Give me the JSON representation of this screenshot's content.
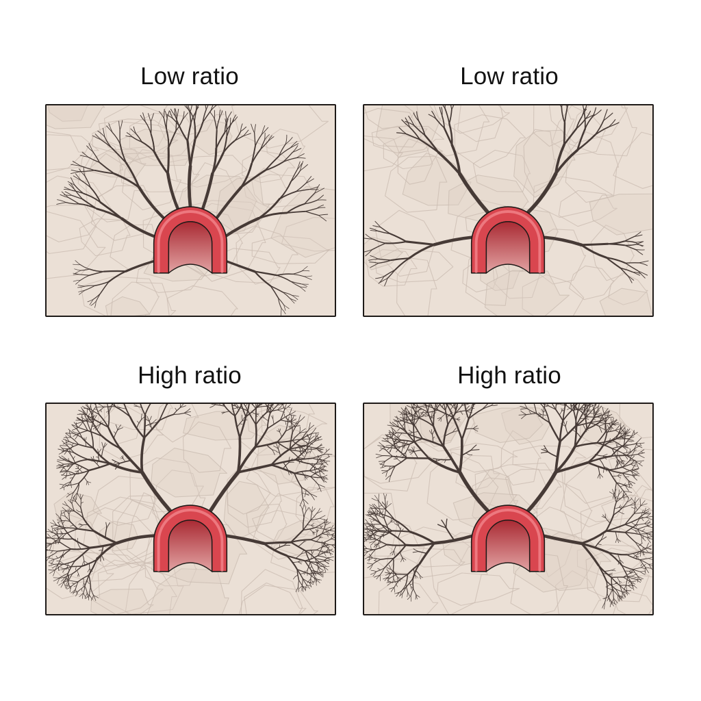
{
  "figure": {
    "panels": [
      {
        "title": "Low ratio",
        "position": "top-left",
        "branch_density": "low",
        "pattern": "fan",
        "seed": 11
      },
      {
        "title": "Low ratio",
        "position": "top-right",
        "branch_density": "low",
        "pattern": "two-arm",
        "seed": 23
      },
      {
        "title": "High ratio",
        "position": "bottom-left",
        "branch_density": "high",
        "pattern": "two-arm",
        "seed": 37
      },
      {
        "title": "High ratio",
        "position": "bottom-right",
        "branch_density": "high",
        "pattern": "two-arm",
        "seed": 53
      }
    ],
    "colors": {
      "background": "#ffffff",
      "tissue": "#ebe0d6",
      "tissue_cell_line": "#c9bbb0",
      "tissue_shade": "#ddd0c5",
      "branch": "#463a36",
      "vessel_outer": "#d9464f",
      "vessel_highlight": "#f38a8f",
      "vessel_inner_top": "#a92a33",
      "vessel_inner_bottom": "#e2a3a3",
      "outline": "#1e1a18"
    }
  }
}
